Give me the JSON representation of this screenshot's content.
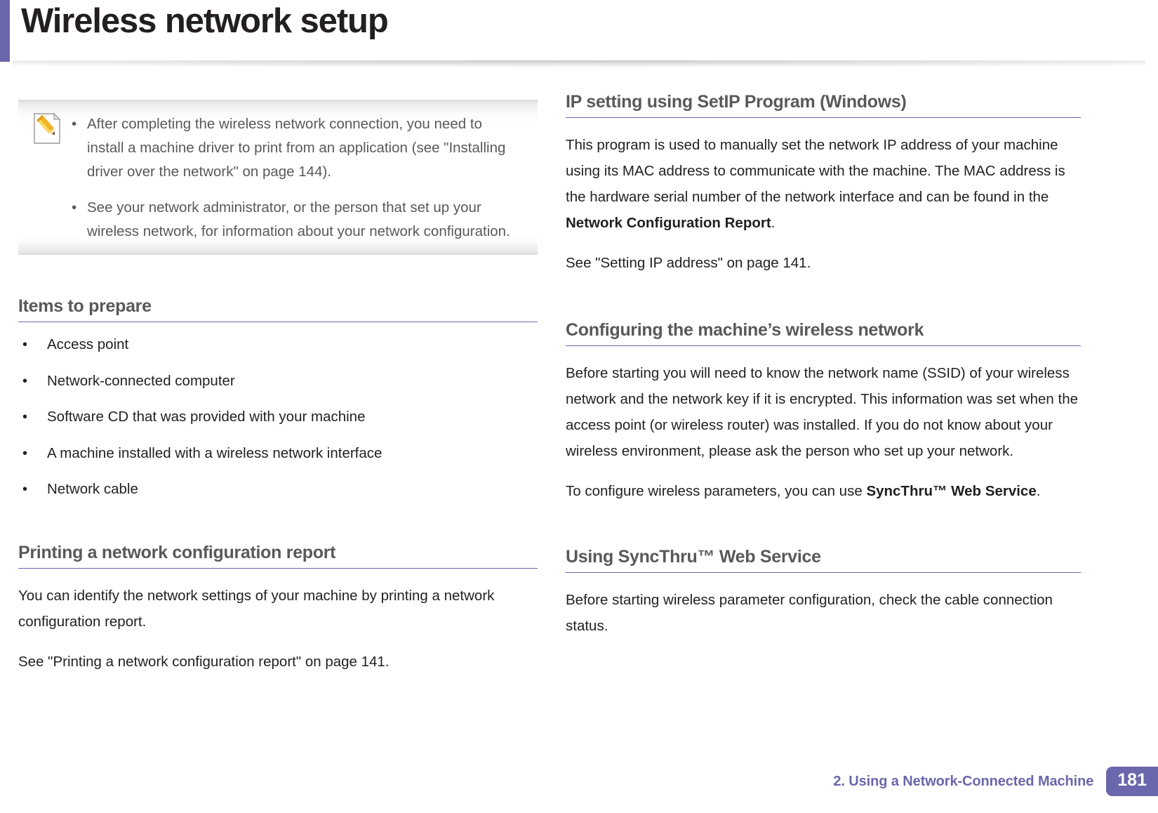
{
  "header": {
    "title": "Wireless network setup",
    "accent_color": "#6A67AC"
  },
  "note_box": {
    "icon": "note-pencil-icon",
    "bullet_glyph": "•",
    "items": [
      "After completing the wireless network connection, you need to install a machine driver to print from an application (see \"Installing driver over the network\" on page 144).",
      "See your network administrator, or the person that set up your wireless network, for information about your network configuration."
    ]
  },
  "left_column": {
    "items_to_prepare": {
      "heading": "Items to prepare",
      "bullet_glyph": "•",
      "items": [
        "Access point",
        "Network-connected computer",
        "Software CD that was provided with your machine",
        "A machine installed with a wireless network interface",
        "Network cable"
      ]
    },
    "printing_report": {
      "heading": "Printing a network configuration report",
      "paragraph_1": "You can identify the network settings of your machine by printing a network configuration report.",
      "paragraph_2": "See \"Printing a network configuration report\" on page 141."
    }
  },
  "right_column": {
    "ip_setting": {
      "heading": "IP setting using SetIP Program (Windows)",
      "paragraph_1_part_1": "This program is used to manually set the network IP address of your machine using its MAC address to communicate with the machine. The MAC address is the hardware serial number of the network interface and can be found in the ",
      "paragraph_1_bold": "Network Configuration Report",
      "paragraph_1_part_2": ".",
      "paragraph_2": "See \"Setting IP address\" on page 141."
    },
    "configuring_wireless": {
      "heading": "Configuring the machine’s wireless network",
      "paragraph_1": "Before starting you will need to know the network name (SSID) of your wireless network and the network key if it is encrypted. This information was set when the access point (or wireless router) was installed. If you do not know about your wireless environment, please ask the person who set up your network.",
      "paragraph_2_part_1": "To configure wireless parameters, you can use ",
      "paragraph_2_bold": "SyncThru™ Web Service",
      "paragraph_2_part_2": "."
    },
    "using_syncthru": {
      "heading": "Using SyncThru™ Web Service",
      "paragraph_1": "Before starting wireless parameter configuration, check the cable connection status."
    }
  },
  "footer": {
    "chapter": "2.  Using a Network-Connected Machine",
    "page_number": "181",
    "accent_color": "#6A67AC"
  }
}
